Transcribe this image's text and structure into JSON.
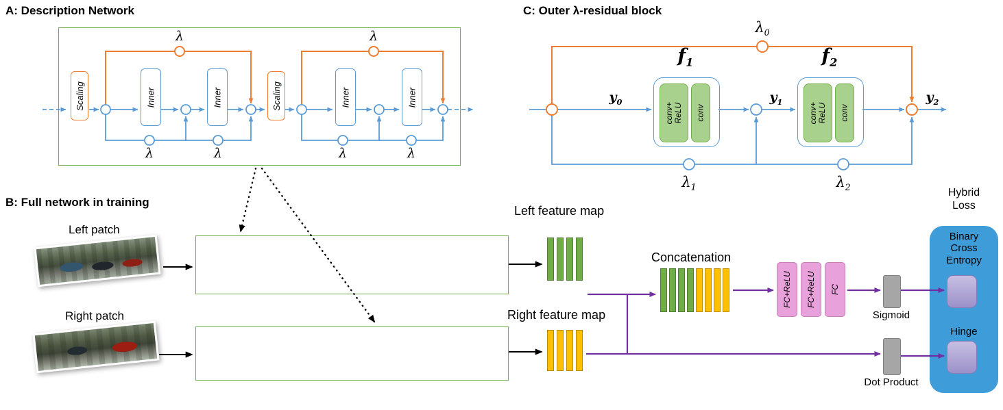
{
  "colors": {
    "orange": "#ED7D31",
    "blue": "#5B9BD5",
    "green": "#70AD47",
    "green_fill": "#A9D18E",
    "bar_green": "#70AD47",
    "bar_yellow": "#FFC000",
    "pink": "#E9A1DB",
    "purple": "#7030A0",
    "gray": "#A6A6A6",
    "loss_blue": "#3E9CD8",
    "lavender": "#AEA4D4"
  },
  "panel_a": {
    "title": "A: Description Network",
    "scaling_label": "Scaling",
    "inner_label": "Inner",
    "lambda": "λ"
  },
  "panel_c": {
    "title": "C: Outer λ-residual block",
    "lambda0": {
      "base": "λ",
      "sub": "0"
    },
    "lambda1": {
      "base": "λ",
      "sub": "1"
    },
    "lambda2": {
      "base": "λ",
      "sub": "2"
    },
    "f1": {
      "base": "f",
      "sub": "1"
    },
    "f2": {
      "base": "f",
      "sub": "2"
    },
    "y0": {
      "base": "y",
      "sub": "0"
    },
    "y1": {
      "base": "y",
      "sub": "1"
    },
    "y2": {
      "base": "y",
      "sub": "2"
    },
    "conv_relu_line1": "conv+",
    "conv_relu_line2": "ReLU",
    "conv": "conv"
  },
  "panel_b": {
    "title": "B: Full network in training",
    "left_patch": "Left patch",
    "right_patch": "Right patch",
    "left_feature_map": "Left feature map",
    "right_feature_map": "Right feature map",
    "concatenation": "Concatenation",
    "fc_relu": "FC+ReLU",
    "fc": "FC",
    "sigmoid": "Sigmoid",
    "dot_product": "Dot Product",
    "hybrid_loss": "Hybrid Loss",
    "binary_cross_entropy": "Binary Cross Entropy",
    "hinge": "Hinge"
  }
}
